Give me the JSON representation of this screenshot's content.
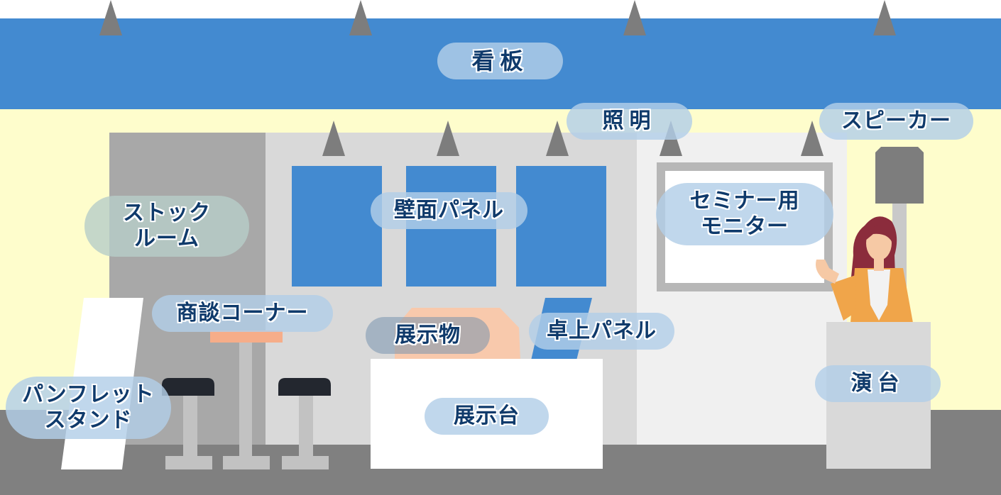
{
  "colors": {
    "signboard": "#438ad0",
    "wall_back": "#fefdcc",
    "floor": "#808080",
    "panel_blue": "#438ad0",
    "label_text": "#0f3a6b"
  },
  "labels": {
    "signboard": "看板",
    "lighting": "照明",
    "speaker": "スピーカー",
    "stock_room": "ストック\nルーム",
    "wall_panel": "壁面パネル",
    "seminar_monitor": "セミナー用\nモニター",
    "meeting_corner": "商談コーナー",
    "exhibit": "展示物",
    "table_panel": "卓上パネル",
    "pamphlet_stand": "パンフレット\nスタンド",
    "display_table": "展示台",
    "podium": "演台"
  }
}
